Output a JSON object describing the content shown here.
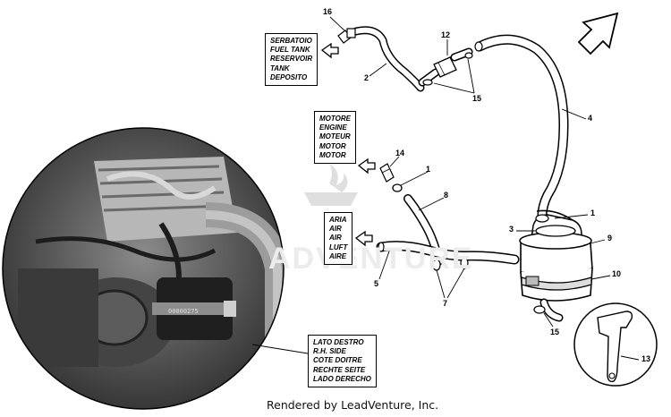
{
  "watermark": "ADVENTURE",
  "footer": "Rendered by LeadVenture, Inc.",
  "boxes": {
    "tank": [
      "SERBATOIO",
      "FUEL TANK",
      "RESERVOIR",
      "TANK",
      "DEPOSITO"
    ],
    "engine": [
      "MOTORE",
      "ENGINE",
      "MOTEUR",
      "MOTOR",
      "MOTOR"
    ],
    "air": [
      "ARIA",
      "AIR",
      "AIR",
      "LUFT",
      "AIRE"
    ],
    "side": [
      "LATO DESTRO",
      "R.H. SIDE",
      "COTE DOITRE",
      "RECHTE SEITE",
      "LADO DERECHO"
    ]
  },
  "part_labels": {
    "n16": "16",
    "n2": "2",
    "n12": "12",
    "n15a": "15",
    "n4": "4",
    "n14": "14",
    "n1a": "1",
    "n8": "8",
    "n1b": "1",
    "n3": "3",
    "n9": "9",
    "n10": "10",
    "n5": "5",
    "n7": "7",
    "n15b": "15",
    "n13": "13"
  },
  "photo_text": "00000275"
}
